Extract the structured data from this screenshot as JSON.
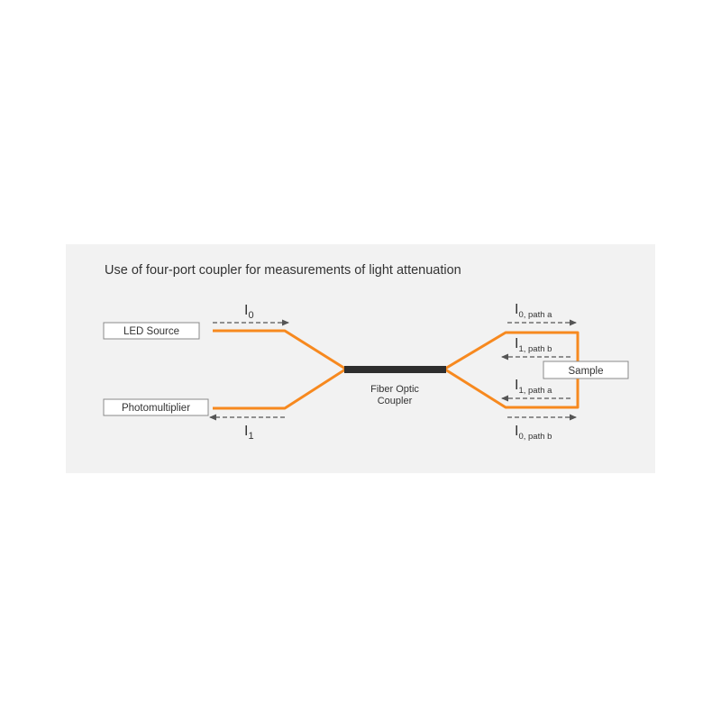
{
  "title": "Use of four-port coupler for measurements of light attenuation",
  "nodes": {
    "led_source": "LED Source",
    "photomultiplier": "Photomultiplier",
    "sample": "Sample",
    "coupler_line1": "Fiber Optic",
    "coupler_line2": "Coupler"
  },
  "signals": {
    "i0": {
      "symbol": "I",
      "sub": "0"
    },
    "i1": {
      "symbol": "I",
      "sub": "1"
    },
    "i0_path_a": {
      "symbol": "I",
      "sub": "0, path a"
    },
    "i1_path_b": {
      "symbol": "I",
      "sub": "1, path b"
    },
    "i1_path_a": {
      "symbol": "I",
      "sub": "1, path a"
    },
    "i0_path_b": {
      "symbol": "I",
      "sub": "0, path b"
    }
  },
  "colors": {
    "fiber": "#f7891f",
    "coupler": "#2e2e2e",
    "arrow": "#555555",
    "panel": "#f2f2f2",
    "box_border": "#8a8a8a"
  }
}
